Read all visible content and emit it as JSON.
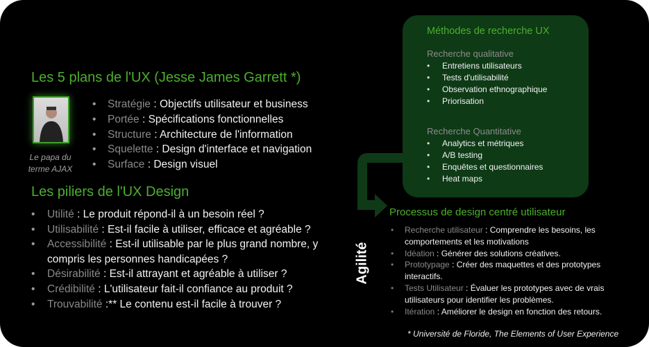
{
  "plans": {
    "title": "Les 5 plans de l'UX (Jesse James Garrett *)",
    "items": [
      {
        "key": "Stratégie",
        "text": " : Objectifs utilisateur et business"
      },
      {
        "key": "Portée",
        "text": " : Spécifications fonctionnelles"
      },
      {
        "key": "Structure",
        "text": " : Architecture de l'information"
      },
      {
        "key": "Squelette",
        "text": " : Design d'interface et navigation"
      },
      {
        "key": "Surface",
        "text": " : Design visuel"
      }
    ],
    "photo_caption": "Le papa du terme AJAX"
  },
  "piliers": {
    "title": "Les piliers de l'UX Design",
    "items": [
      {
        "key": "Utilité",
        "text": " : Le produit répond-il à un besoin réel ?"
      },
      {
        "key": "Utilisabilité",
        "text": " : Est-il facile à utiliser, efficace et agréable ?"
      },
      {
        "key": "Accessibilité",
        "text": " : Est-il utilisable par le plus grand nombre, y compris les personnes handicapées ?"
      },
      {
        "key": "Désirabilité",
        "text": " : Est-il attrayant et agréable à utiliser ?"
      },
      {
        "key": "Crédibilité",
        "text": " : L'utilisateur fait-il confiance au produit ?"
      },
      {
        "key": "Trouvabilité",
        "text": " :** Le contenu est-il facile à trouver ?"
      }
    ]
  },
  "methodes": {
    "title": "Méthodes de recherche UX",
    "qualitative": {
      "title": "Recherche qualitative",
      "items": [
        "Entretiens utilisateurs",
        "Tests d'utilisabilité",
        "Observation ethnographique",
        "Priorisation"
      ]
    },
    "quantitative": {
      "title": "Recherche Quantitative",
      "items": [
        "Analytics et métriques",
        "A/B testing",
        "Enquêtes et questionnaires",
        "Heat maps"
      ]
    }
  },
  "processus": {
    "title": "Processus de design centré utilisateur",
    "items": [
      {
        "key": "Recherche utilisateur",
        "text": " : Comprendre les besoins, les comportements et les motivations"
      },
      {
        "key": "Idéation",
        "text": " : Générer des solutions créatives."
      },
      {
        "key": "Prototypage",
        "text": " : Créer des maquettes et des prototypes interactifs."
      },
      {
        "key": "Tests Utilisateur",
        "text": " : Évaluer les prototypes avec de vrais utilisateurs pour identifier les problèmes."
      },
      {
        "key": "Itération",
        "text": " : Améliorer le design en fonction des retours."
      }
    ]
  },
  "agilite": "Agilité",
  "footnote": "* Université de Floride, The Elements of User Experience",
  "bullet": "•",
  "colors": {
    "accent": "#4caf2e",
    "box": "#0e3a16",
    "background": "#000000"
  }
}
